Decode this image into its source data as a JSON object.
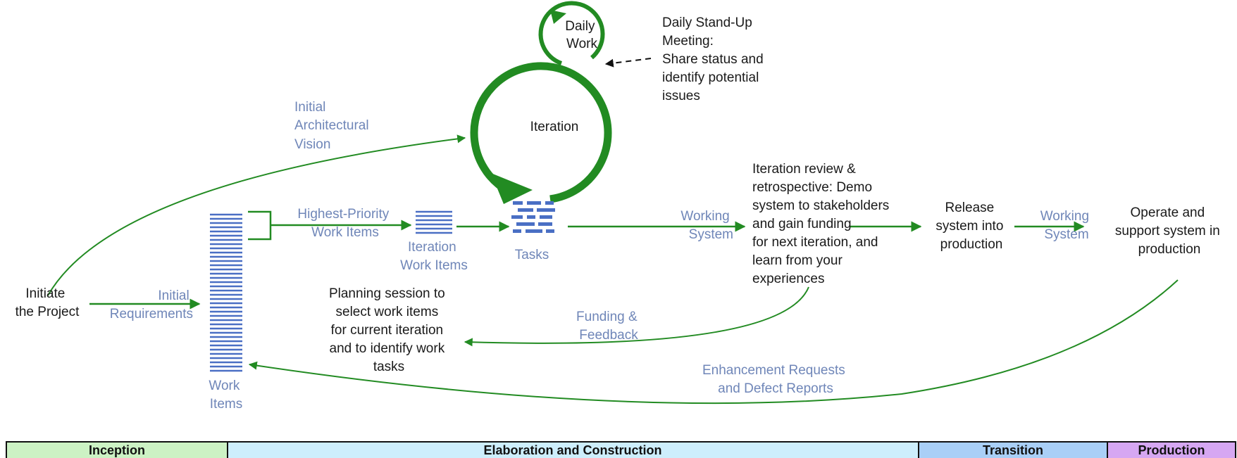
{
  "diagram": {
    "initiate": [
      "Initiate",
      "the Project"
    ],
    "initial_requirements": [
      "Initial",
      "Requirements"
    ],
    "initial_vision": [
      "Initial",
      "Architectural",
      "Vision"
    ],
    "daily_work": [
      "Daily",
      "Work"
    ],
    "standup": [
      "Daily Stand-Up",
      "Meeting:",
      "Share status and",
      "identify potential",
      "issues"
    ],
    "iteration": "Iteration",
    "highest_priority": [
      "Highest-Priority",
      "Work Items"
    ],
    "iteration_work_items": [
      "Iteration",
      "Work Items"
    ],
    "tasks": "Tasks",
    "working_system_1": [
      "Working",
      "System"
    ],
    "review": [
      "Iteration review &",
      "retrospective: Demo",
      "system to stakeholders",
      "and gain funding",
      "for next iteration, and",
      "learn from your",
      "experiences"
    ],
    "release": [
      "Release",
      "system into",
      "production"
    ],
    "working_system_2": [
      "Working",
      "System"
    ],
    "operate": [
      "Operate and",
      "support system in",
      "production"
    ],
    "planning": [
      "Planning session to",
      "select work items",
      "for current iteration",
      "and to identify work",
      "tasks"
    ],
    "funding": [
      "Funding &",
      "Feedback"
    ],
    "work_items": [
      "Work",
      "Items"
    ],
    "enhancement": [
      "Enhancement Requests",
      "and Defect Reports"
    ]
  },
  "phases": [
    {
      "label": "Inception",
      "color": "#ccf2c4"
    },
    {
      "label": "Elaboration and Construction",
      "color": "#cdeefc"
    },
    {
      "label": "Transition",
      "color": "#a9cff7"
    },
    {
      "label": "Production",
      "color": "#d6a7f2"
    }
  ],
  "colors": {
    "arrow_green": "#228b22",
    "blue_text": "#6f86b8",
    "stack_blue": "#4a6fc4"
  }
}
